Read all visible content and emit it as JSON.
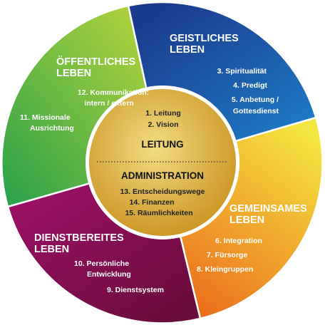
{
  "colors": {
    "geistlich": [
      "#1a3a8c",
      "#1f86d0"
    ],
    "gemeinsam": [
      "#f4e640",
      "#ec6a1a"
    ],
    "dienst": [
      "#a61070",
      "#6a0c3c"
    ],
    "oeffentlich": [
      "#28a04a",
      "#bdd83a"
    ],
    "hub": [
      "#f3dc82",
      "#c9921e"
    ],
    "separator": "#ffffff"
  },
  "segments": {
    "geistlich": {
      "title": [
        "GEISTLICHES",
        "LEBEN"
      ],
      "items": [
        "3. Spiritualität",
        "4. Predigt",
        "5. Anbetung /",
        "Gottesdienst"
      ]
    },
    "gemeinsam": {
      "title": [
        "GEMEINSAMES",
        "LEBEN"
      ],
      "items": [
        "6. Integration",
        "7. Fürsorge",
        "8. Kleingruppen"
      ]
    },
    "dienst": {
      "title": [
        "DIENSTBEREITES",
        "LEBEN"
      ],
      "items": [
        "10. Persönliche",
        "Entwicklung",
        "9. Dienstsystem"
      ]
    },
    "oeffentlich": {
      "title": [
        "ÖFFENTLICHES",
        "LEBEN"
      ],
      "items": [
        "12. Kommunikation:",
        "intern / extern",
        "11. Missionale",
        "Ausrichtung"
      ]
    }
  },
  "hub": {
    "leitung_items": [
      "1. Leitung",
      "2. Vision"
    ],
    "leitung_title": "LEITUNG",
    "admin_title": "ADMINISTRATION",
    "admin_items": [
      "13. Entscheidungswege",
      "14. Finanzen",
      "15. Räumlichkeiten"
    ]
  }
}
